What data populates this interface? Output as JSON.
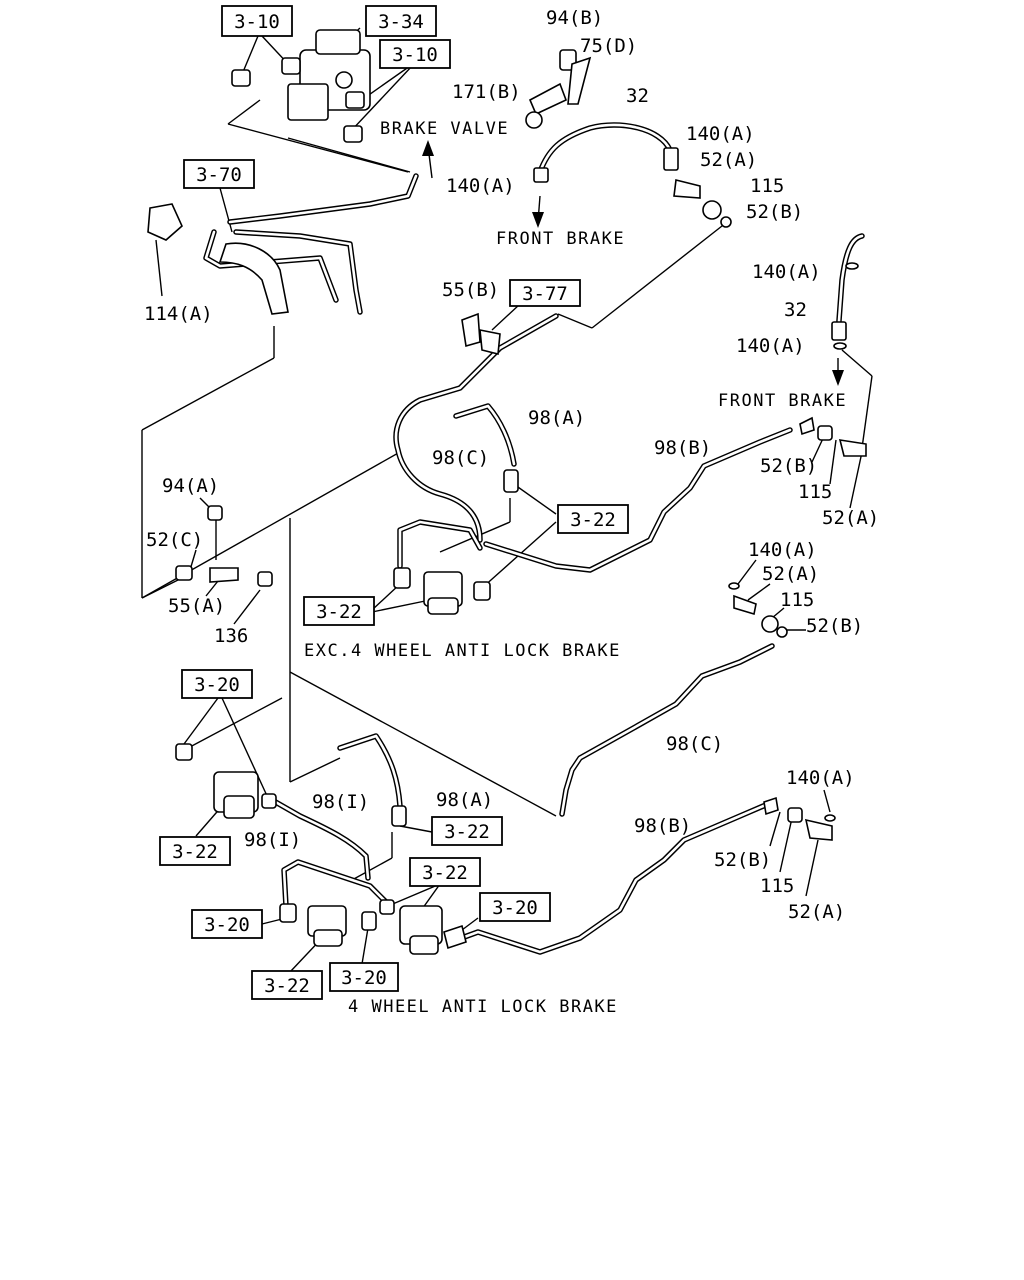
{
  "captions": {
    "brake_valve": "BRAKE VALVE",
    "front_brake_1": "FRONT BRAKE",
    "front_brake_2": "FRONT BRAKE",
    "exc_abs": "EXC.4 WHEEL ANTI LOCK BRAKE",
    "abs": "4 WHEEL ANTI LOCK BRAKE"
  },
  "boxed_refs": {
    "r1": "3-10",
    "r2": "3-34",
    "r3": "3-10",
    "r4": "3-70",
    "r5": "3-77",
    "r6": "3-22",
    "r7": "3-22",
    "r8": "3-20",
    "r9": "3-22",
    "r10": "3-22",
    "r11": "3-22",
    "r12": "3-20",
    "r13": "3-20",
    "r14": "3-22",
    "r15": "3-20"
  },
  "part_labels": {
    "p94b": "94(B)",
    "p75d": "75(D)",
    "p171b": "171(B)",
    "p32a": "32",
    "p140a_1": "140(A)",
    "p52a_1": "52(A)",
    "p140a_2": "140(A)",
    "p115_1": "115",
    "p52b_1": "52(B)",
    "p114a": "114(A)",
    "p140a_3": "140(A)",
    "p32b": "32",
    "p140a_4": "140(A)",
    "p55b": "55(B)",
    "p98a_1": "98(A)",
    "p98c_1": "98(C)",
    "p98b_1": "98(B)",
    "p52b_2": "52(B)",
    "p115_2": "115",
    "p52a_2": "52(A)",
    "p94a": "94(A)",
    "p52c": "52(C)",
    "p55a": "55(A)",
    "p136": "136",
    "p140a_5": "140(A)",
    "p52a_3": "52(A)",
    "p115_3": "115",
    "p52b_3": "52(B)",
    "p98c_2": "98(C)",
    "p98i_1": "98(I)",
    "p98a_2": "98(A)",
    "p98i_2": "98(I)",
    "p140a_6": "140(A)",
    "p98b_2": "98(B)",
    "p52b_4": "52(B)",
    "p115_4": "115",
    "p52a_4": "52(A)"
  }
}
